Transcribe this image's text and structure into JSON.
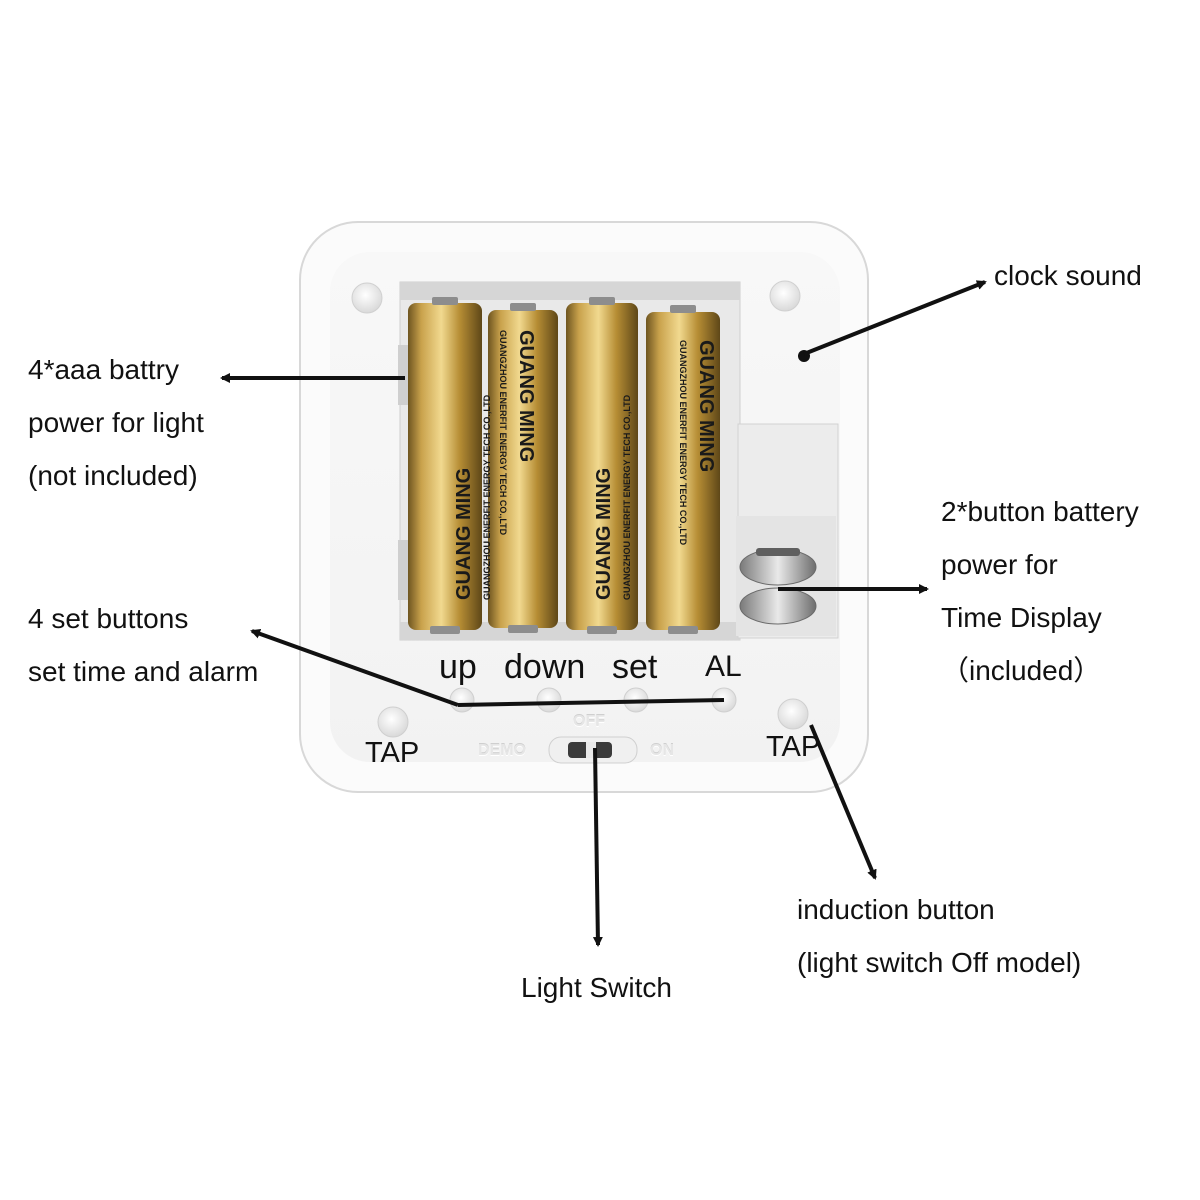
{
  "annotations": {
    "clock_sound": "clock sound",
    "aaa_battery": [
      "4*aaa battry",
      "power for light",
      "(not included)"
    ],
    "button_battery": [
      "2*button battery",
      "power for",
      "Time Display",
      "（included）"
    ],
    "set_buttons": [
      "4 set buttons",
      "set time and alarm"
    ],
    "light_switch": "Light Switch",
    "induction_button": [
      "induction button",
      "(light switch Off model)"
    ]
  },
  "device": {
    "buttons": [
      "up",
      "down",
      "set",
      "AL"
    ],
    "tap_left": "TAP",
    "tap_right": "TAP",
    "switch_positions": {
      "off": "OFF",
      "demo": "DEMO",
      "on": "ON"
    },
    "battery_brand": "GUANG MING",
    "battery_maker": "GUANGZHOU ENERFIT ENERGY TECH CO.,LTD"
  },
  "colors": {
    "case": "#fbfbfb",
    "battery_gold": "#b9913a",
    "arrow": "#111111"
  }
}
